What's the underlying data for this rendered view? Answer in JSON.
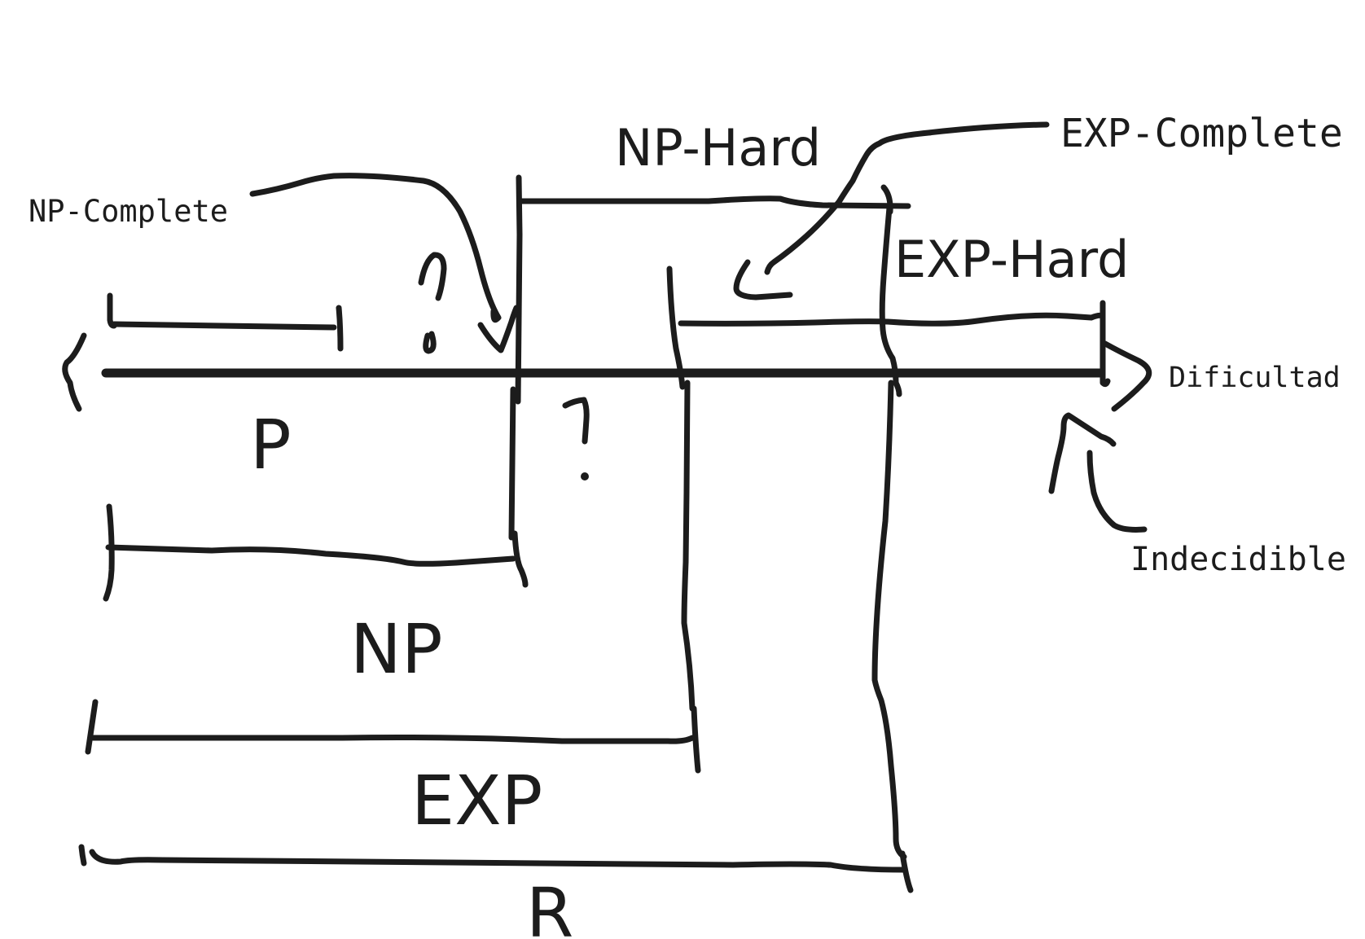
{
  "diagram": {
    "axis_label": "Dificultad",
    "classes": {
      "p": "P",
      "np": "NP",
      "exp": "EXP",
      "r": "R"
    },
    "annotations": {
      "np_hard": "NP-Hard",
      "np_complete": "NP-Complete",
      "exp_hard": "EXP-Hard",
      "exp_complete": "EXP-Complete",
      "indecidible": "Indecidible"
    },
    "stroke_color": "#1c1c1c",
    "background_color": "#ffffff"
  }
}
